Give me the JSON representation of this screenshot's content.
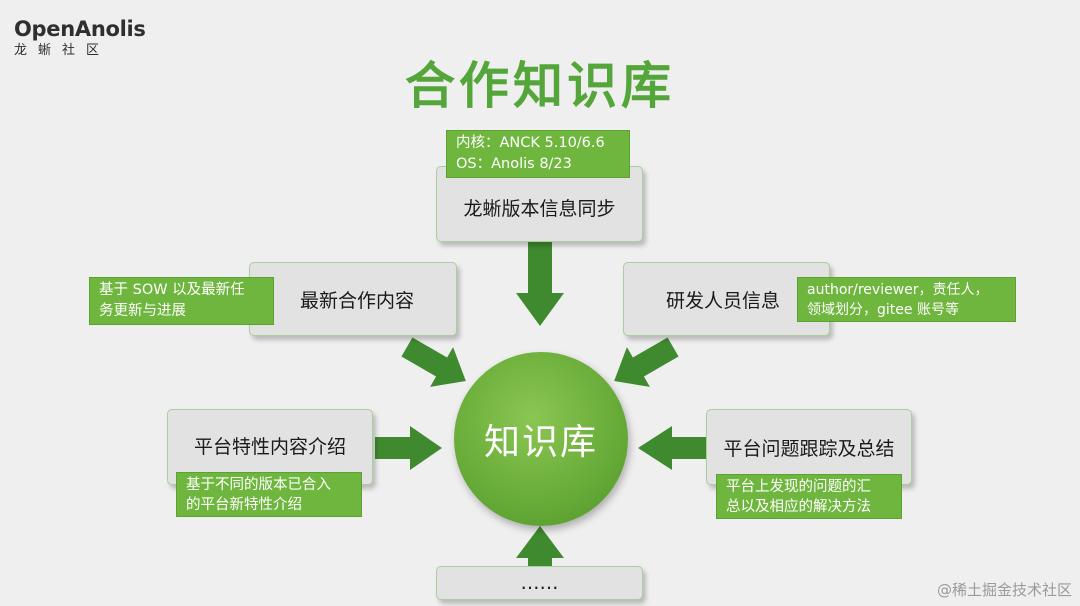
{
  "logo": {
    "name": "OpenAnolis",
    "subtitle": "龙蜥社区"
  },
  "title": "合作知识库",
  "hub": {
    "label": "知识库"
  },
  "nodes": {
    "top": {
      "label": "龙蜥版本信息同步",
      "tag": [
        "内核：ANCK 5.10/6.6",
        "OS：Anolis 8/23"
      ]
    },
    "left_upper": {
      "label": "最新合作内容",
      "tag": [
        "基于 SOW 以及最新任",
        "务更新与进展"
      ]
    },
    "right_upper": {
      "label": "研发人员信息",
      "tag": [
        "author/reviewer，责任人，",
        "领域划分，gitee 账号等"
      ]
    },
    "left_lower": {
      "label": "平台特性内容介绍",
      "tag": [
        "基于不同的版本已合入",
        "的平台新特性介绍"
      ]
    },
    "right_lower": {
      "label": "平台问题跟踪及总结",
      "tag": [
        "平台上发现的问题的汇",
        "总以及相应的解决方法"
      ]
    },
    "bottom": {
      "label": "……"
    }
  },
  "watermark": "@稀土掘金技术社区",
  "colors": {
    "accent": "#55a63a",
    "arrow": "#3f8a2f",
    "tag": "#6fb63e",
    "box": "#e2e2e2"
  }
}
